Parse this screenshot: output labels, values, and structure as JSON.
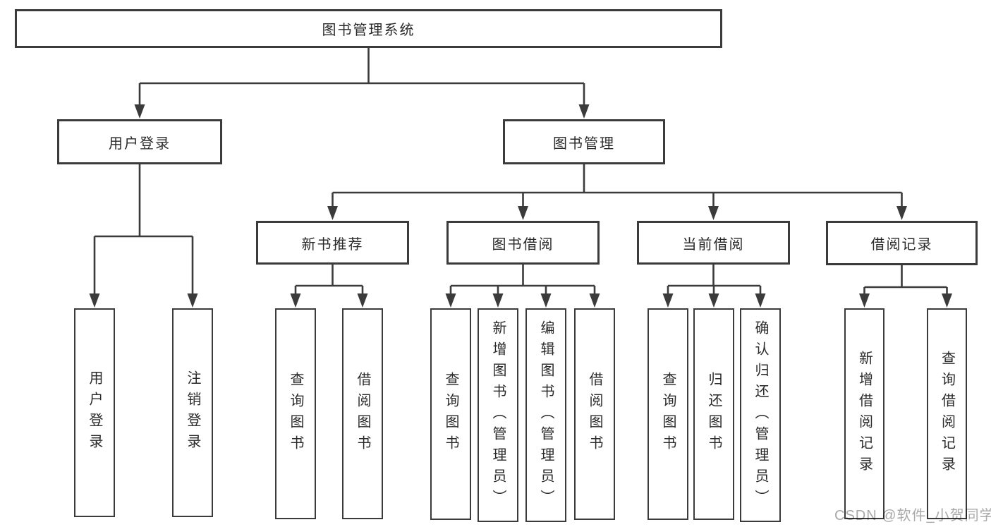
{
  "tree": {
    "label": "图书管理系统",
    "children": [
      {
        "label": "用户登录",
        "children": [
          {
            "label": "用户登录"
          },
          {
            "label": "注销登录"
          }
        ]
      },
      {
        "label": "图书管理",
        "children": [
          {
            "label": "新书推荐",
            "children": [
              {
                "label": "查询图书"
              },
              {
                "label": "借阅图书"
              }
            ]
          },
          {
            "label": "图书借阅",
            "children": [
              {
                "label": "查询图书"
              },
              {
                "label": "新增图书（管理员）"
              },
              {
                "label": "编辑图书（管理员）"
              },
              {
                "label": "借阅图书"
              }
            ]
          },
          {
            "label": "当前借阅",
            "children": [
              {
                "label": "查询图书"
              },
              {
                "label": "归还图书"
              },
              {
                "label": "确认归还（管理员）"
              }
            ]
          },
          {
            "label": "借阅记录",
            "children": [
              {
                "label": "新增借阅记录"
              },
              {
                "label": "查询借阅记录"
              }
            ]
          }
        ]
      }
    ]
  },
  "watermark": {
    "text": "CSDN @软件_小贺同学"
  },
  "colors": {
    "background": "#ffffff",
    "line": "#3b3b3b",
    "box_border": "#3b3b3b",
    "text": "#2a2a2a",
    "watermark": "#a9a9a9"
  }
}
